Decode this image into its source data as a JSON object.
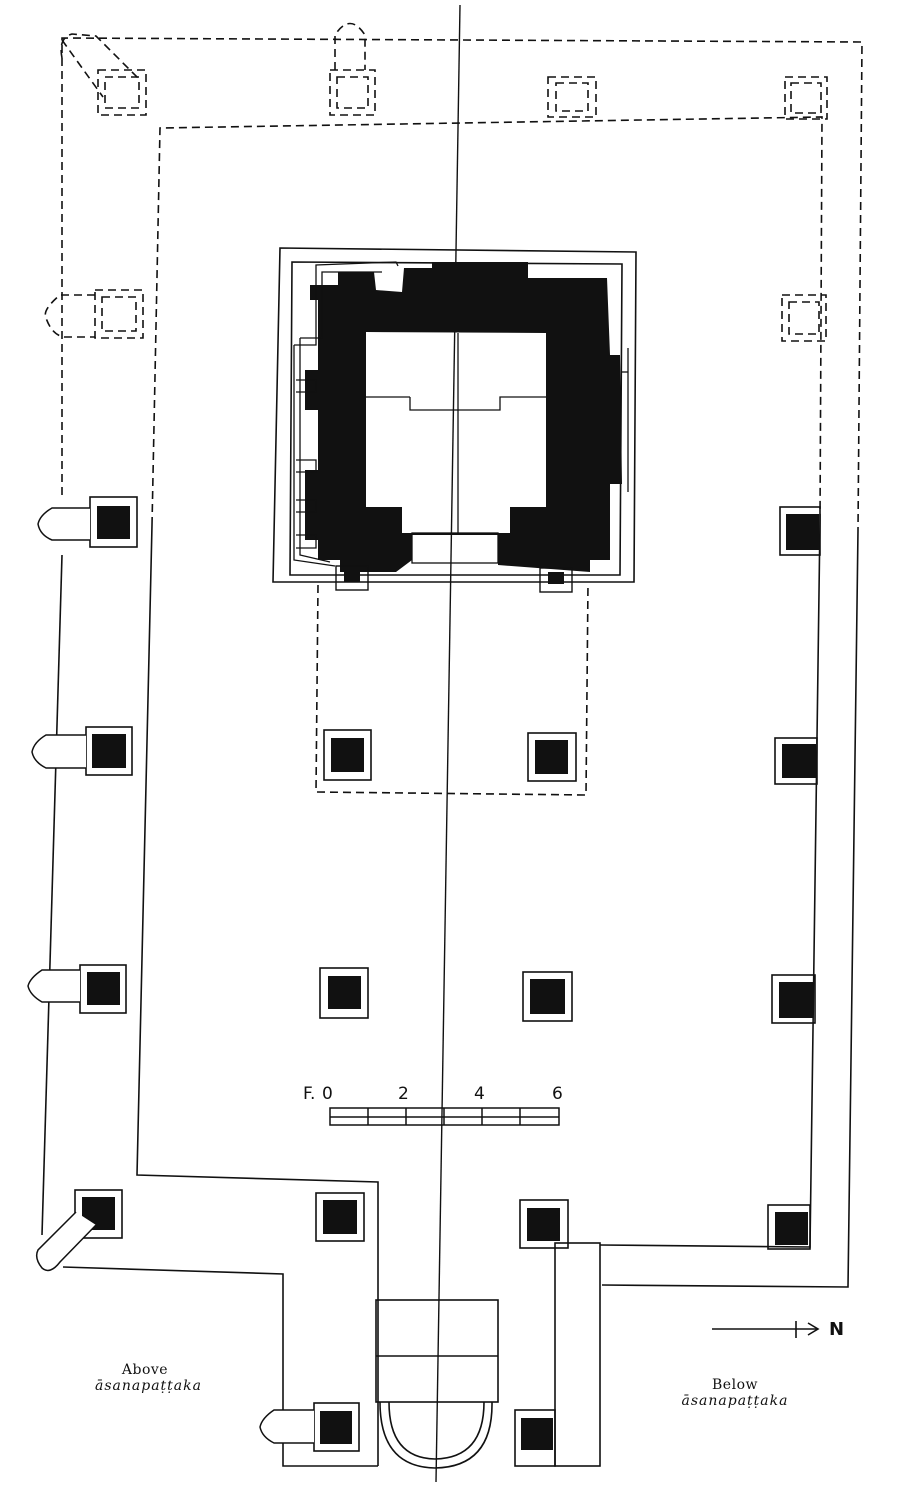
{
  "labels": {
    "above_title": "Above",
    "above_term": "āsanapaṭṭaka",
    "below_title": "Below",
    "below_term": "āsanapaṭṭaka"
  },
  "scale": {
    "unit_prefix": "F.",
    "ticks": [
      "0",
      "2",
      "4",
      "6"
    ]
  },
  "north": {
    "label": "N"
  },
  "colors": {
    "ink": "#111111",
    "paper": "#ffffff"
  }
}
